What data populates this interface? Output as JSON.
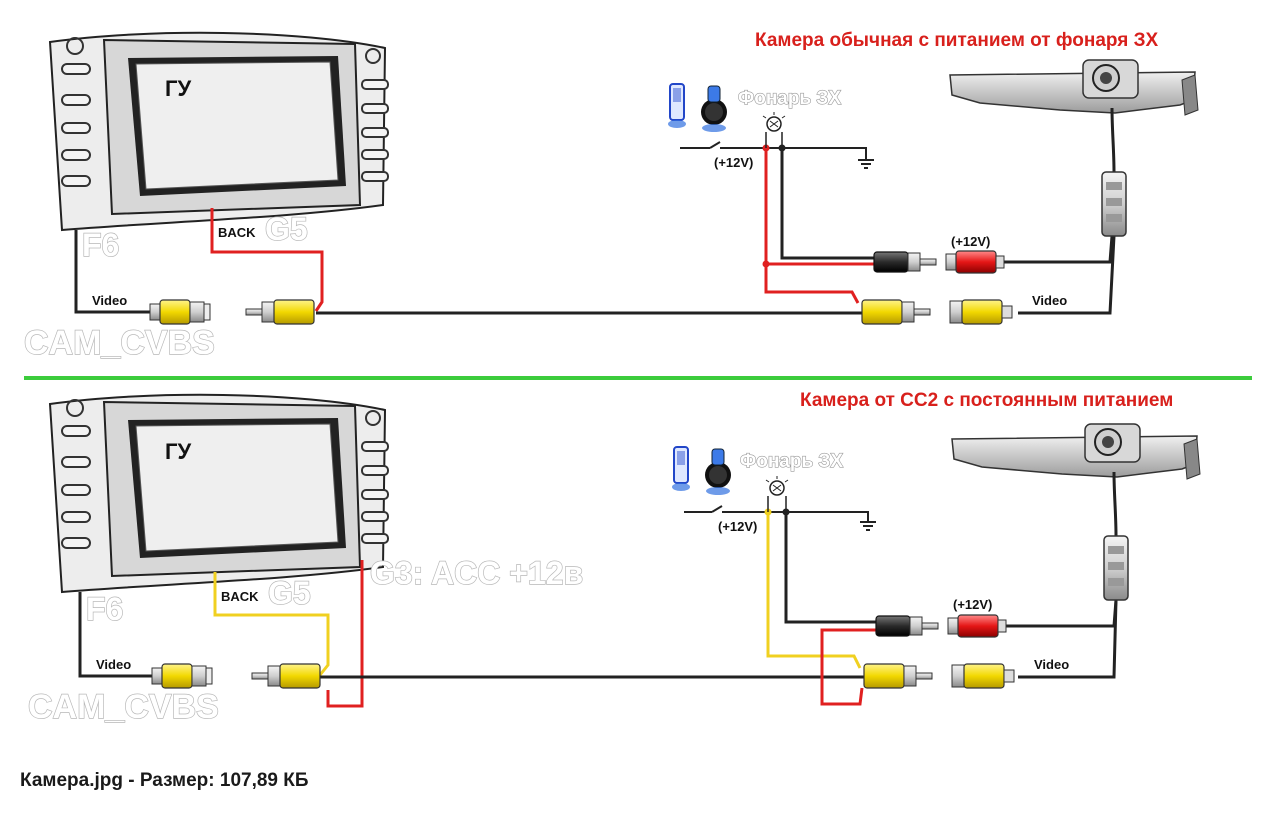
{
  "panels": [
    {
      "title": "Камера обычная с питанием от фонаря ЗХ",
      "head_unit_label": "ГУ",
      "pin_back_label": "BACK",
      "pin_g5_label": "G5",
      "pin_f6_label": "F6",
      "video_left_label": "Video",
      "video_right_label": "Video",
      "cam_cvbs_label": "CAM_CVBS",
      "lamp_label": "Фонарь ЗХ",
      "plus12_lamp_label": "(+12V)",
      "plus12_camera_label": "(+12V)",
      "back_wire_color": "#e02020"
    },
    {
      "title": "Камера от СС2 с постоянным питанием",
      "head_unit_label": "ГУ",
      "pin_back_label": "BACK",
      "pin_g5_label": "G5",
      "pin_f6_label": "F6",
      "g3_label": "G3: ACC +12в",
      "video_left_label": "Video",
      "video_right_label": "Video",
      "cam_cvbs_label": "CAM_CVBS",
      "lamp_label": "Фонарь ЗХ",
      "plus12_lamp_label": "(+12V)",
      "plus12_camera_label": "(+12V)",
      "back_wire_color": "#f0d020"
    }
  ],
  "divider_color": "#3ccc3c",
  "caption": "Камера.jpg - Размер: 107,89 КБ"
}
